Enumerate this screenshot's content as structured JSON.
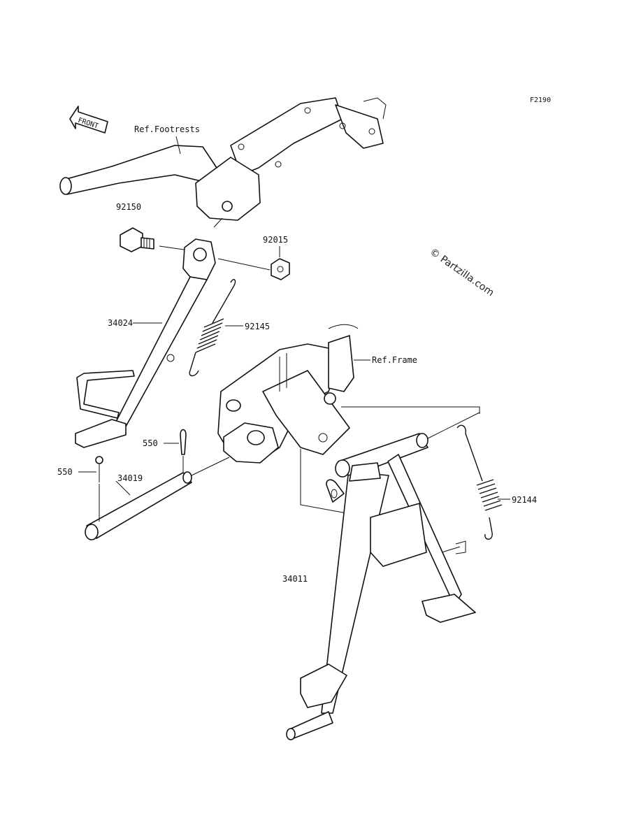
{
  "figure_code": "F2190",
  "watermark": "© Partzilla.com",
  "front_arrow_label": "FRONT",
  "labels": {
    "ref_footrests": "Ref.Footrests",
    "ref_frame": "Ref.Frame",
    "p92150": "92150",
    "p92015": "92015",
    "p34024": "34024",
    "p92145": "92145",
    "p550_top": "550",
    "p550_left": "550",
    "p34019": "34019",
    "p92144": "92144",
    "p34011": "34011"
  }
}
